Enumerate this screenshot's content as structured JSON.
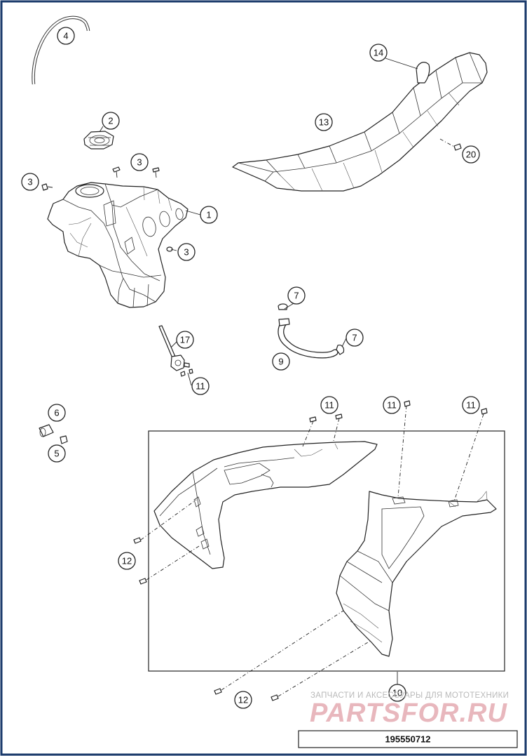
{
  "callouts": [
    {
      "id": "c1",
      "label": "1"
    },
    {
      "id": "c2",
      "label": "2"
    },
    {
      "id": "c3a",
      "label": "3"
    },
    {
      "id": "c3b",
      "label": "3"
    },
    {
      "id": "c3c",
      "label": "3"
    },
    {
      "id": "c4",
      "label": "4"
    },
    {
      "id": "c5",
      "label": "5"
    },
    {
      "id": "c6",
      "label": "6"
    },
    {
      "id": "c7a",
      "label": "7"
    },
    {
      "id": "c7b",
      "label": "7"
    },
    {
      "id": "c9",
      "label": "9"
    },
    {
      "id": "c10",
      "label": "10"
    },
    {
      "id": "c11a",
      "label": "11"
    },
    {
      "id": "c11b",
      "label": "11"
    },
    {
      "id": "c11c",
      "label": "11"
    },
    {
      "id": "c11d",
      "label": "11"
    },
    {
      "id": "c12a",
      "label": "12"
    },
    {
      "id": "c12b",
      "label": "12"
    },
    {
      "id": "c13",
      "label": "13"
    },
    {
      "id": "c14",
      "label": "14"
    },
    {
      "id": "c17",
      "label": "17"
    },
    {
      "id": "c20",
      "label": "20"
    }
  ],
  "watermark": {
    "tagline": "ЗАПЧАСТИ И АКСЕССУАРЫ ДЛЯ МОТОТЕХНИКИ",
    "logo": "PARTSFOR.RU"
  },
  "part_number": "195550712",
  "colors": {
    "frame": "#1a3a6b",
    "watermark_logo": "#e8b7bd",
    "watermark_text": "#b9b9b9"
  }
}
